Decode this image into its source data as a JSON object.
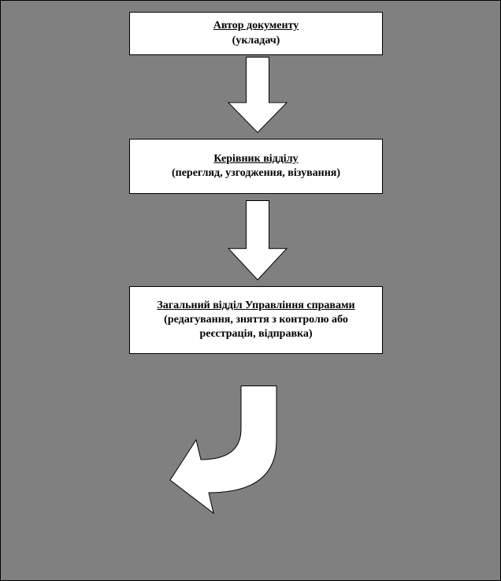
{
  "canvas": {
    "background_color": "#808080",
    "shape_fill_color": "#ffffff",
    "shape_border_color": "#000000",
    "text_color": "#000000"
  },
  "flowchart": {
    "boxes": [
      {
        "title": "Автор документу",
        "subtitle": "(укладач)"
      },
      {
        "title": "Керівник відділу",
        "subtitle": "(перегляд, узгодження, візування)"
      },
      {
        "title": "Загальний відділ Управління справами",
        "subtitle": "(редагування, зняття з контролю або реєстрація, відправка)"
      }
    ],
    "connectors": [
      {
        "type": "down-block-arrow",
        "from": "Автор документу",
        "to": "Керівник відділу"
      },
      {
        "type": "down-block-arrow",
        "from": "Керівник відділу",
        "to": "Загальний відділ Управління справами"
      },
      {
        "type": "bent-arrow-down-left",
        "from": "Загальний відділ Управління справами",
        "to": ""
      }
    ]
  }
}
